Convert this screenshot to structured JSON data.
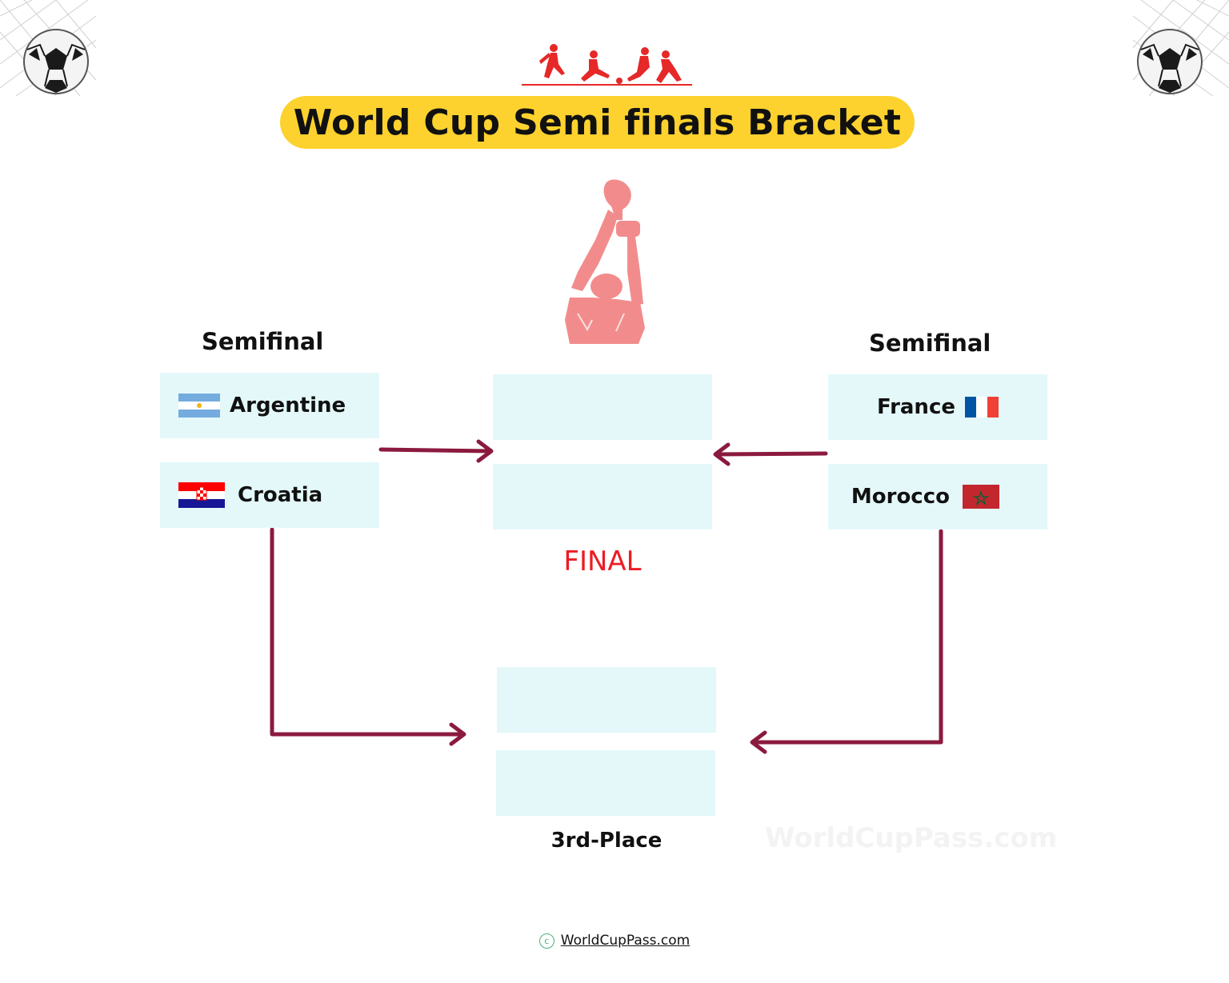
{
  "header": {
    "title": "World Cup Semi finals Bracket"
  },
  "left": {
    "round_label": "Semifinal",
    "teams": [
      {
        "name": "Argentine",
        "flag": "argentina-flag-icon"
      },
      {
        "name": "Croatia",
        "flag": "croatia-flag-icon"
      }
    ]
  },
  "right": {
    "round_label": "Semifinal",
    "teams": [
      {
        "name": "France",
        "flag": "france-flag-icon"
      },
      {
        "name": "Morocco",
        "flag": "morocco-flag-icon"
      }
    ]
  },
  "final": {
    "label": "FINAL"
  },
  "third_place": {
    "label": "3rd-Place"
  },
  "watermark": "WorldCupPass.com",
  "footer": {
    "copyright_symbol": "c",
    "text": "WorldCupPass.com"
  },
  "icons": [
    "soccer-ball-icon",
    "soccer-players-icon",
    "trophy-lifter-icon"
  ],
  "colors": {
    "title_pill": "#fdd22e",
    "slot_fill": "#e4f8fa",
    "connector": "#8b1a3e",
    "final_label": "#ec1c24",
    "players": "#e62828",
    "trophy_figure": "#f28c8c"
  }
}
